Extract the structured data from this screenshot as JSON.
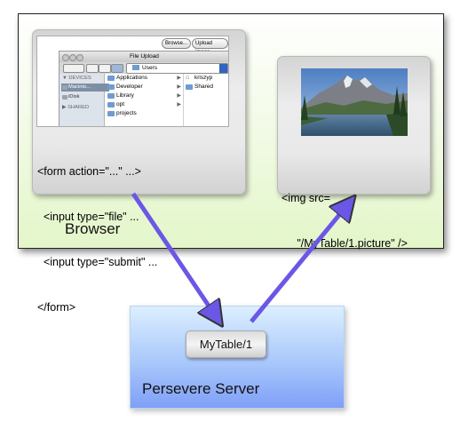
{
  "browser": {
    "label": "Browser"
  },
  "form_card": {
    "code_lines": [
      "<form action=\"...\" ...>",
      "  <input type=\"file\" ...",
      "  <input type=\"submit\" ...",
      "</form>"
    ],
    "dialog": {
      "buttons": {
        "browse": "Browse...",
        "upload": "Upload image"
      },
      "window_title": "File Upload",
      "location": "Users",
      "sidebar": {
        "devices_heading": "▼ DEVICES",
        "items": [
          "Macinto...",
          "iDisk"
        ],
        "shared_heading": "▶ SHARED"
      },
      "column1": [
        "Applications",
        "Developer",
        "Library",
        "opt",
        "projects"
      ],
      "column2": [
        "kriszyp",
        "Shared"
      ]
    }
  },
  "img_card": {
    "code_lines": [
      "<img src=",
      "     \"/MyTable/1.picture\" />"
    ]
  },
  "server": {
    "label": "Persevere Server",
    "resource_label": "MyTable/1"
  },
  "colors": {
    "arrow": "#6b57e6",
    "browser_bg": "#e3f6c9",
    "server_bg": "#8fb0fa"
  }
}
